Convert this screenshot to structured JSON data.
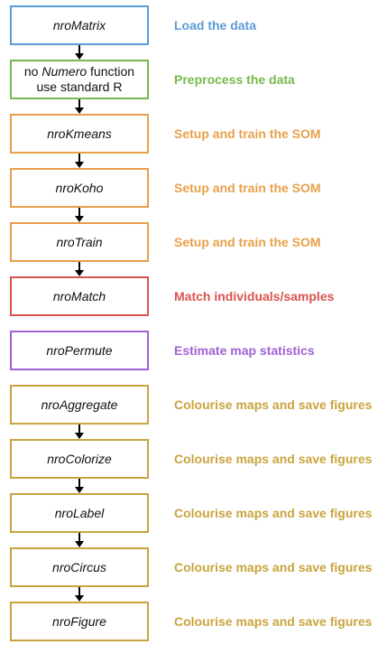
{
  "colors": {
    "load": "#5b9bd5",
    "preprocess": "#78b94b",
    "setup": "#e8a04a",
    "match": "#d9534f",
    "permute": "#a062d4",
    "colourise": "#c9a43e"
  },
  "steps": [
    {
      "function": "nroMatrix",
      "description": "Load the data",
      "color_key": "load"
    },
    {
      "note_prefix": "no ",
      "note_italic": "Numero",
      "note_suffix": " function",
      "note_line2": "use standard R",
      "description": "Preprocess the data",
      "color_key": "preprocess"
    },
    {
      "function": "nroKmeans",
      "description": "Setup and train the SOM",
      "color_key": "setup"
    },
    {
      "function": "nroKoho",
      "description": "Setup and train the SOM",
      "color_key": "setup"
    },
    {
      "function": "nroTrain",
      "description": "Setup and train the SOM",
      "color_key": "setup"
    },
    {
      "function": "nroMatch",
      "description": "Match individuals/samples",
      "color_key": "match"
    },
    {
      "function": "nroPermute",
      "description": "Estimate map statistics",
      "color_key": "permute"
    },
    {
      "function": "nroAggregate",
      "description": "Colourise maps and save figures",
      "color_key": "colourise"
    },
    {
      "function": "nroColorize",
      "description": "Colourise maps and save figures",
      "color_key": "colourise"
    },
    {
      "function": "nroLabel",
      "description": "Colourise maps and save figures",
      "color_key": "colourise"
    },
    {
      "function": "nroCircus",
      "description": "Colourise maps and save figures",
      "color_key": "colourise"
    },
    {
      "function": "nroFigure",
      "description": "Colourise maps and save figures",
      "color_key": "colourise"
    }
  ]
}
